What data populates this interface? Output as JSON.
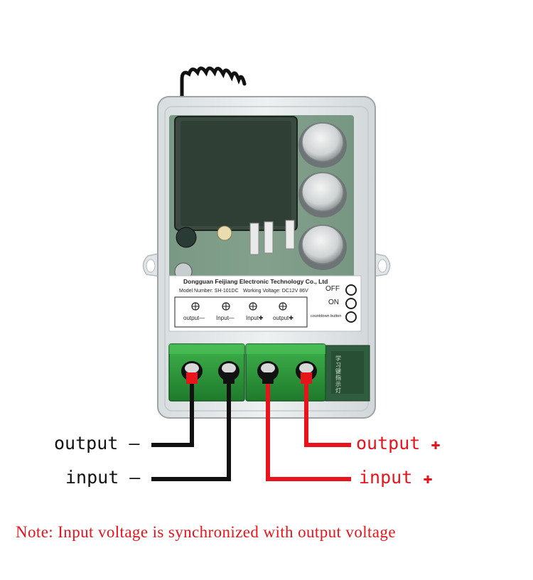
{
  "plate": {
    "manufacturer": "Dongguan Feijiang Electronic Technology Co., Ltd",
    "model_number": "Model Number: SH-101DC",
    "working_voltage": "Working Voltage: DC12V 86V",
    "terminals": [
      "output—",
      "Input—",
      "Input✚",
      "output✚"
    ]
  },
  "buttons": {
    "off": "OFF",
    "on": "ON",
    "countdown": "countdown button"
  },
  "board_label": "学习键 指示灯",
  "labels": {
    "output_neg": "output —",
    "input_neg": "input —",
    "output_pos": "output",
    "input_pos": "input",
    "plus": "✚"
  },
  "note": "Note: Input voltage is synchronized with output voltage",
  "colors": {
    "negative_wire": "#111111",
    "positive_wire": "#e8141c",
    "terminal_block": "#2f9a3c"
  }
}
